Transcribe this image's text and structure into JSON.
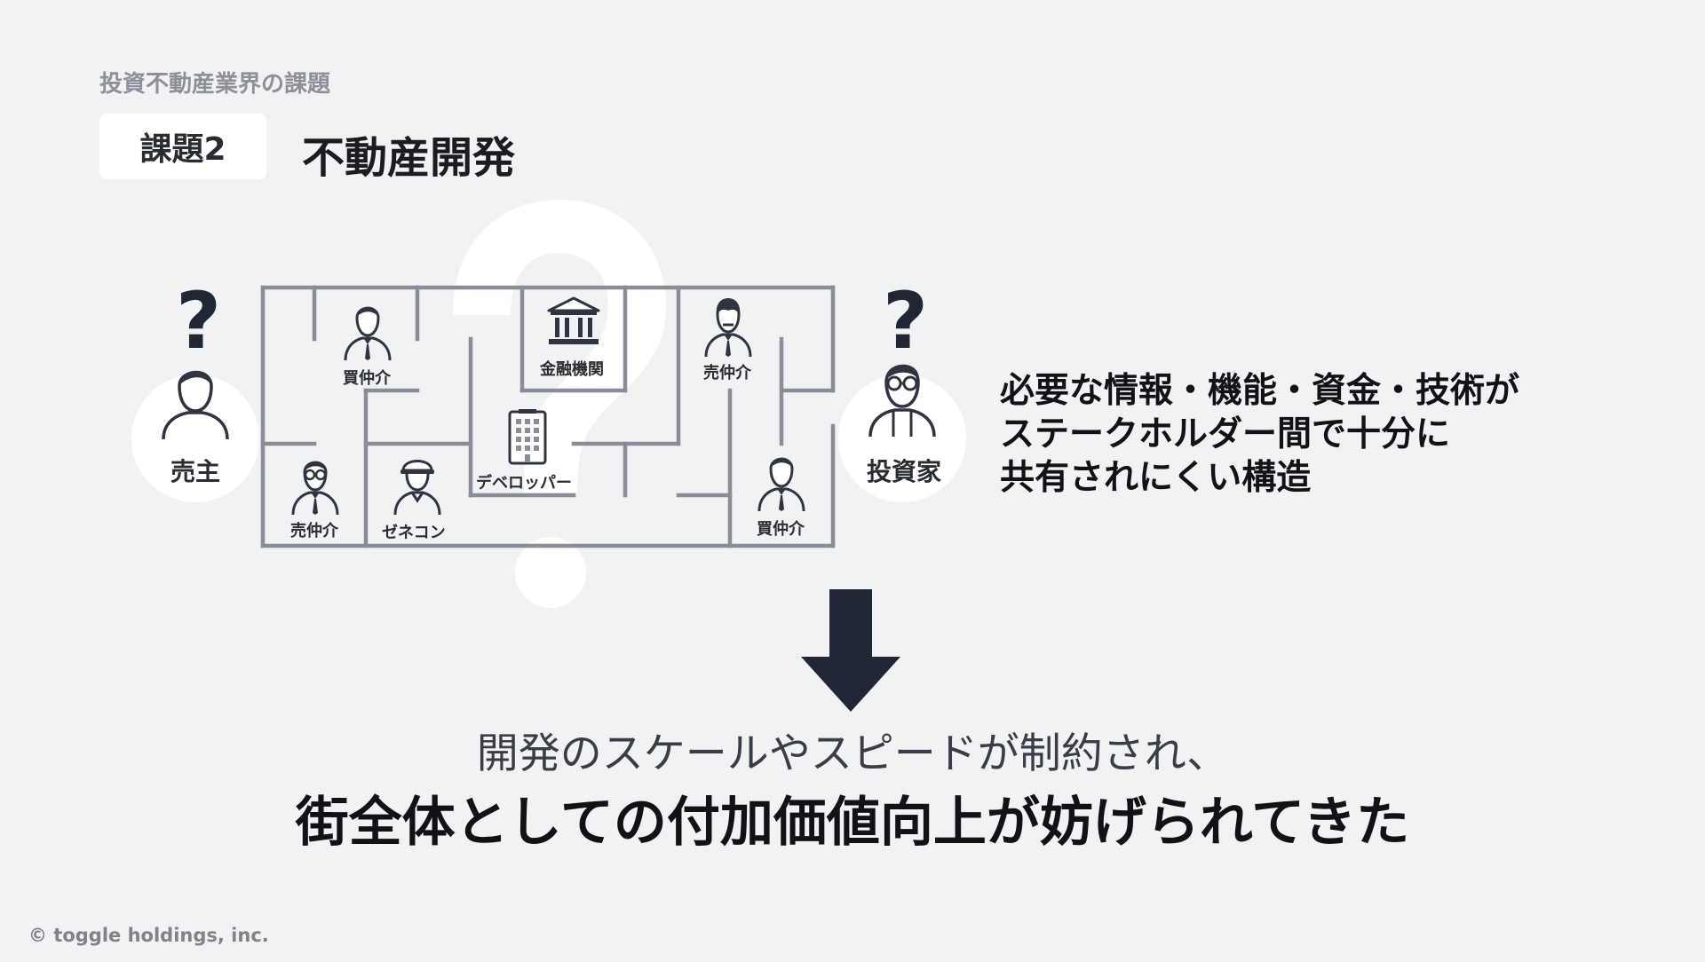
{
  "header": {
    "section_label": "投資不動産業界の課題",
    "badge": "課題2",
    "title": "不動産開発"
  },
  "diagram": {
    "seller": {
      "label": "売主",
      "mark": "?"
    },
    "investor": {
      "label": "投資家",
      "mark": "?"
    },
    "nodes": {
      "buyer_agent_top": "買仲介",
      "bank": "金融機関",
      "seller_agent_top": "売仲介",
      "seller_agent_bottom": "売仲介",
      "general_contractor": "ゼネコン",
      "developer": "デベロッパー",
      "buyer_agent_bottom": "買仲介"
    },
    "background_mark": "?"
  },
  "side_text": {
    "lines": [
      "必要な情報・機能・資金・技術が",
      "ステークホルダー間で十分に",
      "共有されにくい構造"
    ]
  },
  "conclusion": {
    "sub": "開発のスケールやスピードが制約され、",
    "main": "街全体としての付加価値向上が妨げられてきた"
  },
  "footer": {
    "copyright": "© toggle holdings, inc."
  },
  "colors": {
    "background": "#f1f2f4",
    "maze": "#8a8d95",
    "icon": "#2f3440",
    "arrow": "#1f2735",
    "text": "#111216"
  }
}
